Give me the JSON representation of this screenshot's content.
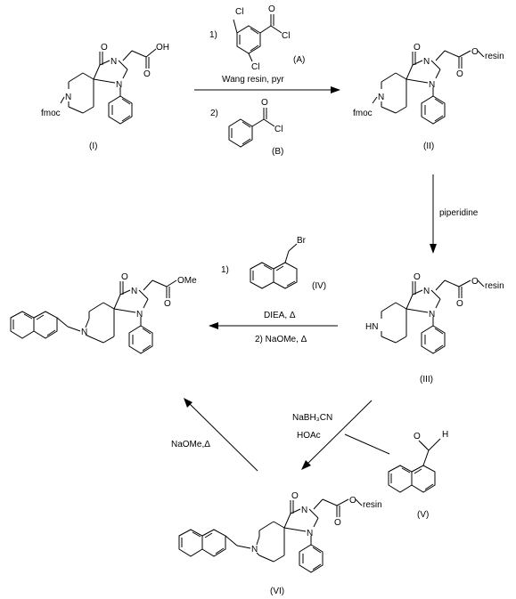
{
  "compounds": {
    "I": "(I)",
    "II": "(II)",
    "III": "(III)",
    "IV": "(IV)",
    "V": "(V)",
    "VI": "(VI)",
    "A": "(A)",
    "B": "(B)"
  },
  "atoms": {
    "O": "O",
    "OH": "OH",
    "N": "N",
    "HN": "HN",
    "Cl": "Cl",
    "Br": "Br",
    "H": "H",
    "fmoc": "fmoc",
    "resin": "resin",
    "OMe": "OMe"
  },
  "steps": {
    "step1_num": "1)",
    "step1_cond": "Wang resin, pyr",
    "step2_num": "2)",
    "piperidine": "piperidine",
    "alk_num": "1)",
    "alk_base": "DIEA, Δ",
    "alk_step2": "2) NaOMe, Δ",
    "reductant": "NaBH₃CN",
    "acid": "HOAc",
    "final": "NaOMe,Δ"
  }
}
